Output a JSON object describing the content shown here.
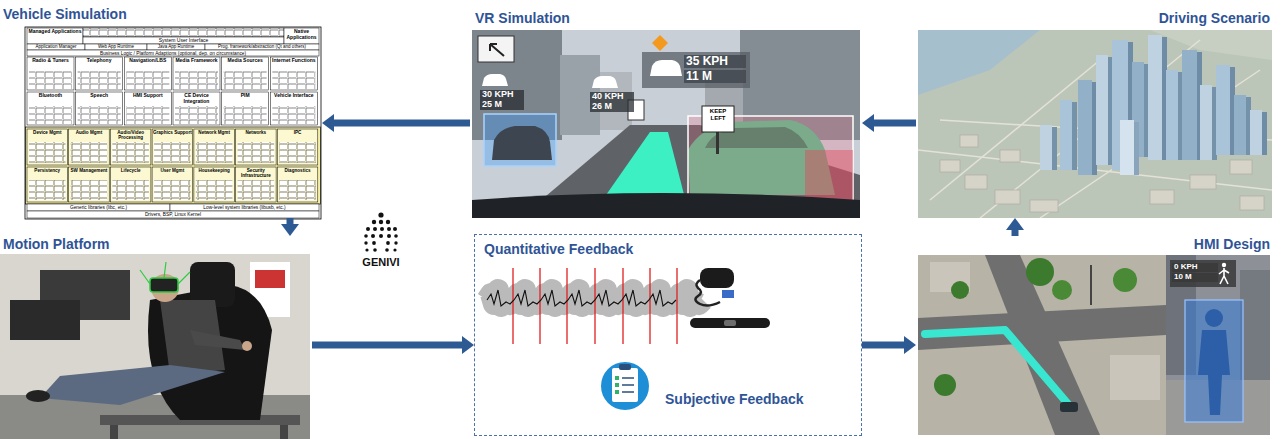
{
  "diagram": {
    "nodes": [
      {
        "text": [
          "Vehicle Simulation"
        ]
      },
      {
        "text": [
          "VR Simulation"
        ]
      },
      {
        "text": [
          "Driving Scenario"
        ]
      },
      {
        "text": [
          "Motion Platform"
        ]
      },
      {
        "text": [
          "Quantitative Feedback",
          "Subjective Feedback"
        ]
      },
      {
        "text": [
          "HMI Design"
        ]
      }
    ],
    "edges": [
      {
        "from": 2,
        "to": 1,
        "arrow": "to"
      },
      {
        "from": 1,
        "to": 0,
        "arrow": "to"
      },
      {
        "from": 0,
        "to": 3,
        "arrow": "to"
      },
      {
        "from": 3,
        "to": 4,
        "arrow": "to"
      },
      {
        "from": 4,
        "to": 5,
        "arrow": "to"
      },
      {
        "from": 5,
        "to": 2,
        "arrow": "to"
      }
    ],
    "labels": [
      "Managed Applications",
      "Native Applications",
      "System User Interface",
      "Application Manager",
      "Web App Runtime",
      "Java App Runtime",
      "Prog. framework/abstraction (Qt and others)",
      "Business Logic / Platform Adaptions (optional, dep. on circumstance)",
      "Radio & Tuners",
      "Telephony",
      "Navigation/LBS",
      "Media Framework",
      "Media Sources",
      "Internet Functions",
      "Bluetooth",
      "Speech",
      "HMI Support",
      "CE Device Integration",
      "PIM",
      "Vehicle Interface",
      "Device Mgmt",
      "Audio Mgmt",
      "Audio/Video Processing",
      "Graphics Support",
      "Network Mgmt",
      "Networks",
      "IPC",
      "Persistency",
      "SW Management",
      "Lifecycle",
      "User Mgmt",
      "Housekeeping",
      "Security Infrastructure",
      "Diagnostics",
      "Generic libraries (libc, etc.)",
      "Low-level system libraries (libusb, etc.)",
      "Drivers, BSP, Linux Kernel",
      "GENIVI",
      "30 KPH",
      "25 M",
      "40 KPH",
      "26 M",
      "35 KPH",
      "11 M",
      "KEEP LEFT",
      "0 KPH",
      "10 M"
    ]
  }
}
